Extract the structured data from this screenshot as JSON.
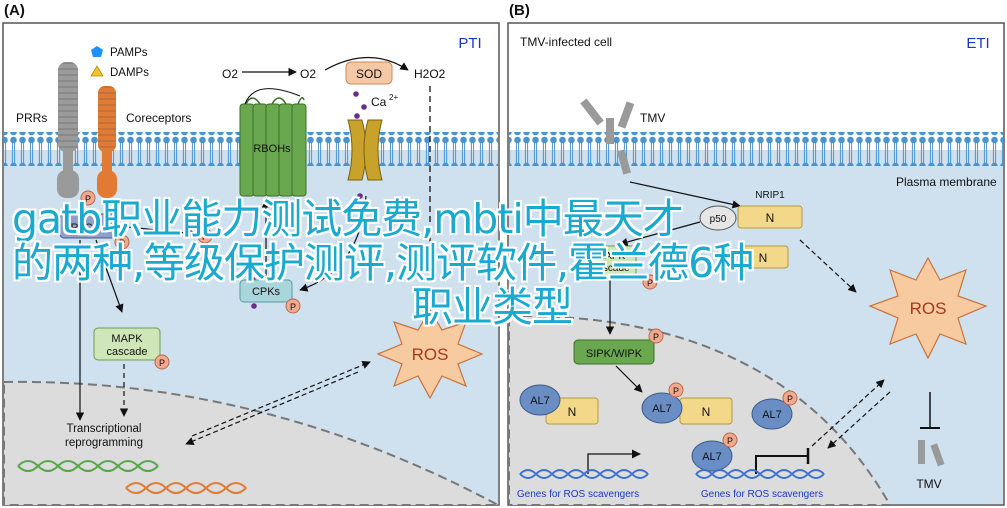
{
  "panelA": {
    "letter": "(A)",
    "tag": "PTI",
    "legend_pamps": "PAMPs",
    "legend_damps": "DAMPs",
    "prrs": "PRRs",
    "coreceptors": "Coreceptors",
    "o2": "O2",
    "o2_radical": "O2",
    "sod": "SOD",
    "h2o2": "H2O2",
    "ca": "Ca",
    "ca_charge": "2+",
    "rbohs": "RBOHs",
    "rlcks": "RLCKs",
    "cpks": "CPKs",
    "mapk_line1": "MAPK",
    "mapk_line2": "cascade",
    "ros": "ROS",
    "trans_line1": "Transcriptional",
    "trans_line2": "reprogramming",
    "p": "P"
  },
  "panelB": {
    "letter": "(B)",
    "tag": "ETI",
    "title": "TMV-infected cell",
    "tmv_top": "TMV",
    "plasma": "Plasma membrane",
    "nrip": "NRIP1",
    "p50": "p50",
    "n": "N",
    "mapk_line1": "MAPK",
    "mapk_line2": "cascade",
    "sipk": "SIPK/WIPK",
    "al7": "AL7",
    "ros": "ROS",
    "genes1": "Genes for ROS scavengers",
    "genes2": "Genes for ROS scavengers",
    "tmv_bottom": "TMV",
    "p": "P"
  },
  "overlay": {
    "line1": "gatb职业能力测试免费,mbti中最天才",
    "line2": "的两种,等级保护测评,测评软件,霍兰德6种",
    "line3": "职业类型"
  },
  "colors": {
    "cytoplasm": "#cfe0ef",
    "membrane": "#4b93cf",
    "nucleus": "#dcdcdc",
    "accent_blue": "#1a38c8",
    "overlay_text": "#1aa9cf"
  }
}
